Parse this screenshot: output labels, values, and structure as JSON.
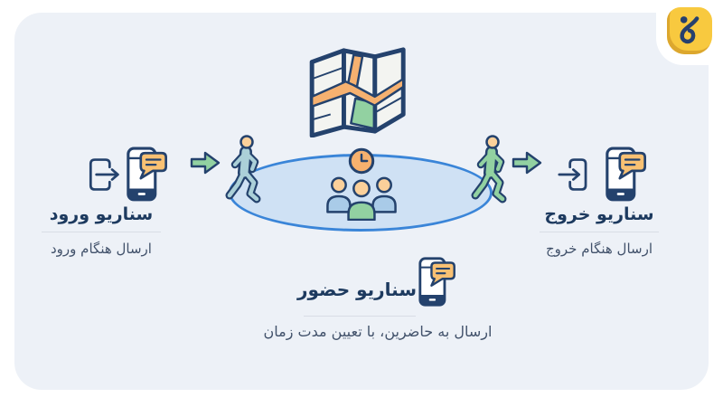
{
  "canvas": {
    "background": "#ffffff",
    "card_background": "#edf1f7"
  },
  "brand": {
    "logo_background": "#f8c93f",
    "logo_shade": "#dca72e",
    "logo_glyph_color": "#26406e"
  },
  "palette": {
    "outline_navy": "#24426d",
    "title_navy": "#1d3a5f",
    "subtitle_gray": "#42526b",
    "orange_road": "#f6b170",
    "orange_head": "#fbd09a",
    "bubble_orange": "#f9c173",
    "green": "#92d1a1",
    "teal_walker": "#abd0d8",
    "blue_body": "#a9cbe8",
    "ellipse_fill": "#cfe1f4",
    "ellipse_stroke": "#3a85d8",
    "divider": "#d8dde5"
  },
  "icons": {
    "map": "folded-map",
    "clock": "clock",
    "people": "people-group",
    "walker_in": "person-walking-in",
    "walker_out": "person-walking-out",
    "arrow_in": "green-right-arrow",
    "arrow_out": "green-right-arrow",
    "door_entry": "exit-door-arrow",
    "door_exit": "enter-door-arrow",
    "phone": "phone-with-message-bubble",
    "brand": "brand-logo-glyph"
  },
  "scenarios": {
    "entry": {
      "title": "سناریو ورود",
      "subtitle": "ارسال هنگام ورود"
    },
    "exit": {
      "title": "سناریو خروج",
      "subtitle": "ارسال هنگام خروج"
    },
    "presence": {
      "title": "سناریو حضور",
      "subtitle": "ارسال به حاضرین، با تعیین مدت زمان"
    }
  }
}
